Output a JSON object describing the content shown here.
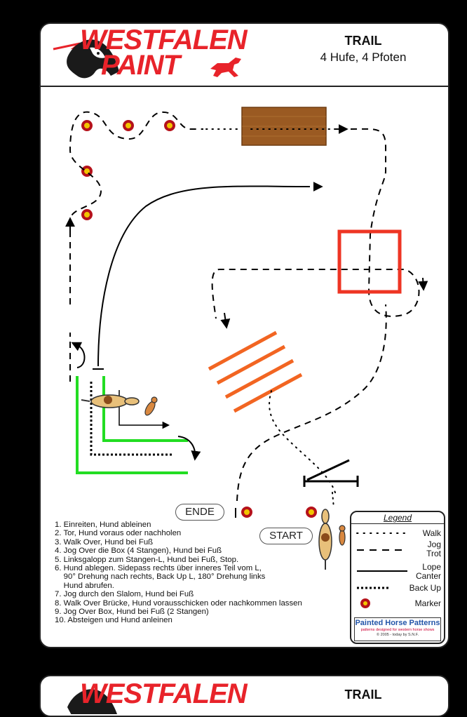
{
  "header": {
    "logo_line1": "WESTFALEN",
    "logo_line2": "PAINT",
    "title": "TRAIL",
    "subtitle": "4 Hufe, 4 Pfoten"
  },
  "labels": {
    "end": "ENDE",
    "start": "START"
  },
  "instructions": [
    "1. Einreiten, Hund ableinen",
    "2. Tor, Hund voraus oder nachholen",
    "3. Walk Over, Hund bei Fuß",
    "4. Jog Over die Box (4 Stangen), Hund bei Fuß",
    "5. Linksgalopp zum Stangen-L, Hund bei Fuß, Stop.",
    "6. Hund ablegen. Sidepass rechts über inneres Teil vom L,",
    "    90° Drehung nach rechts, Back Up L, 180° Drehung links",
    "    Hund abrufen.",
    "7. Jog durch den Slalom, Hund bei Fuß",
    "8. Walk Over Brücke, Hund vorausschicken oder nachkommen lassen",
    "9. Jog Over Box, Hund bei Fuß (2 Stangen)",
    "10. Absteigen und Hund anleinen"
  ],
  "legend": {
    "title": "Legend",
    "walk": "Walk",
    "jog": "Jog",
    "trot": "Trot",
    "lope": "Lope",
    "canter": "Canter",
    "backup": "Back Up",
    "marker": "Marker"
  },
  "brand": {
    "name": "Painted Horse Patterns",
    "tagline": "patterns designed for western horse shows",
    "copyright": "© 2005 - today by S.N.F."
  },
  "second_sheet": {
    "logo_line1": "WESTFALEN",
    "title": "TRAIL"
  },
  "colors": {
    "logo_red": "#e8232a",
    "bridge_brown": "#9a5a22",
    "box_red": "#ee3524",
    "slalom_orange": "#f26522",
    "l_green": "#22dd22",
    "marker_red": "#b5121b",
    "marker_yellow": "#f2c500"
  }
}
